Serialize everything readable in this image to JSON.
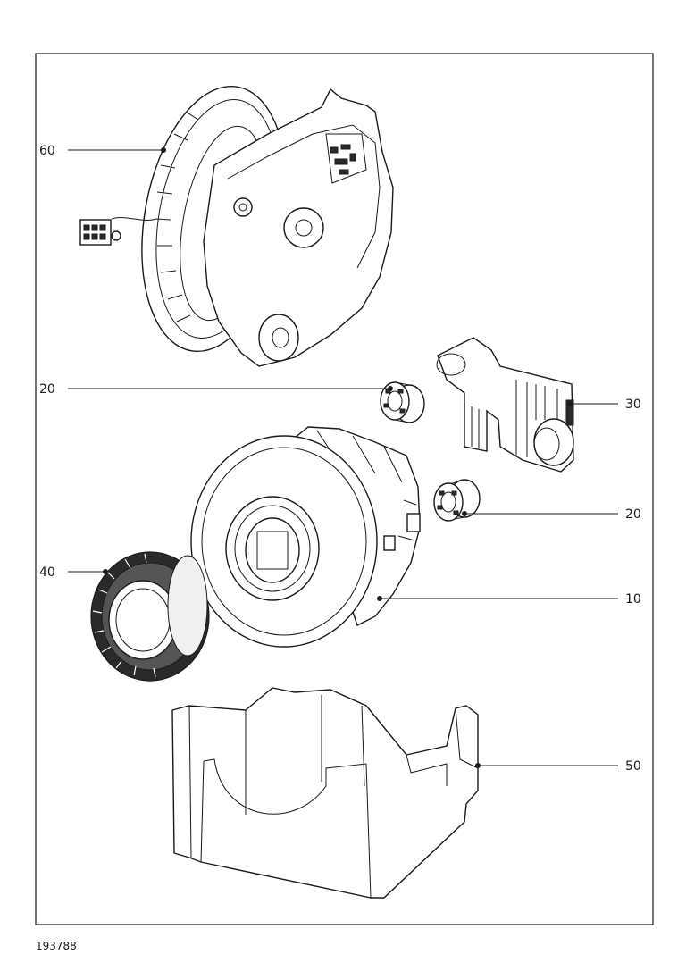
{
  "document_id": "193788",
  "callouts": [
    {
      "id": "c60",
      "label": "60"
    },
    {
      "id": "c20a",
      "label": "20"
    },
    {
      "id": "c30",
      "label": "30"
    },
    {
      "id": "c20b",
      "label": "20"
    },
    {
      "id": "c40",
      "label": "40"
    },
    {
      "id": "c10",
      "label": "10"
    },
    {
      "id": "c50",
      "label": "50"
    }
  ]
}
